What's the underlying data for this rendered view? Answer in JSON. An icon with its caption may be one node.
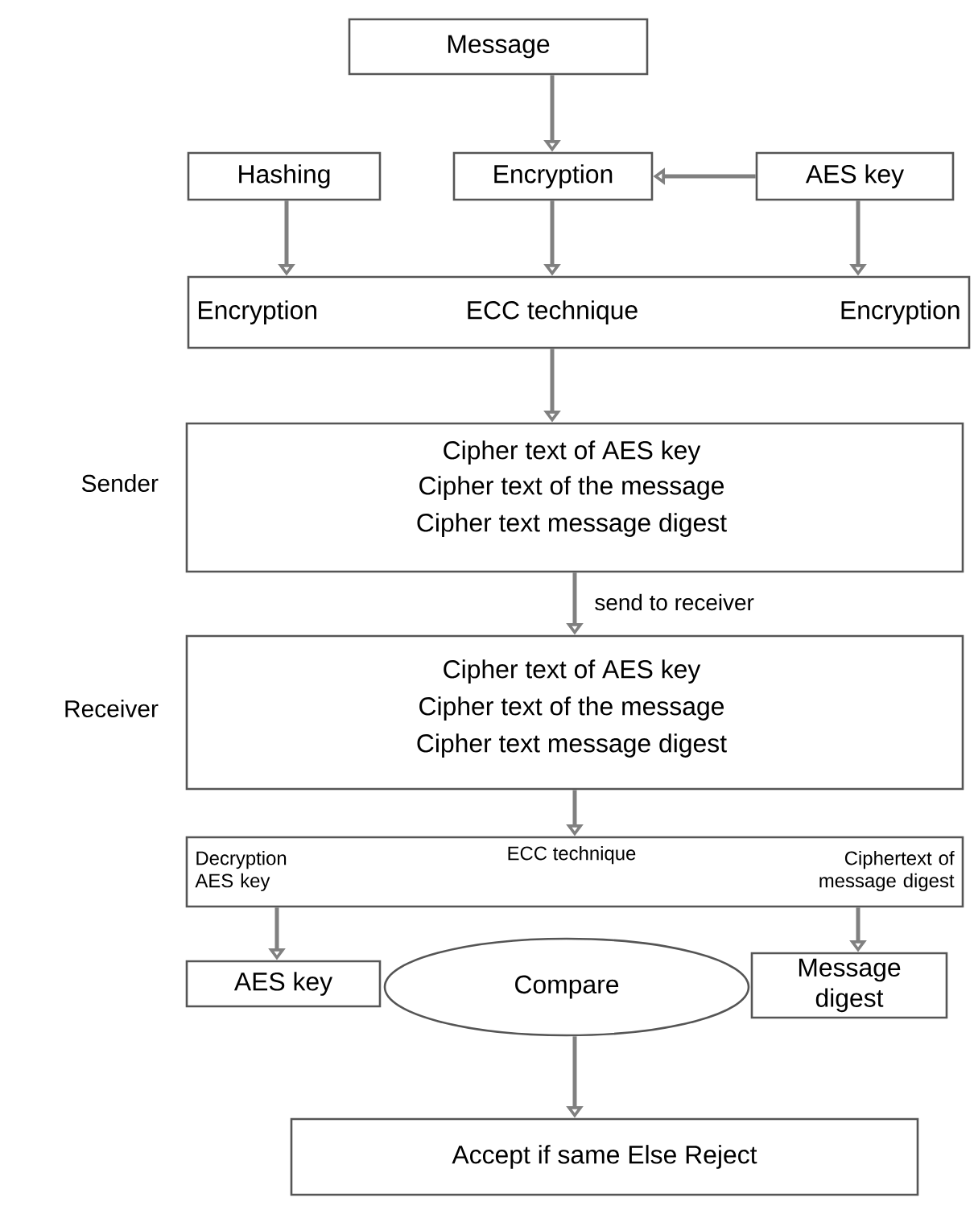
{
  "diagram": {
    "nodes": [
      {
        "text": [
          "Message"
        ]
      },
      {
        "text": [
          "Hashing"
        ]
      },
      {
        "text": [
          "Encryption"
        ]
      },
      {
        "text": [
          "AES key"
        ]
      },
      {
        "text": [
          "Encryption",
          "ECC technique",
          "Encryption"
        ]
      },
      {
        "text": [
          "Cipher text of AES key",
          "Cipher text of the message",
          "Cipher text message digest"
        ],
        "beside": [
          "Sender"
        ]
      },
      {
        "text": [
          "Cipher text of AES key",
          "Cipher text of the message",
          "Cipher text message digest"
        ],
        "beside": [
          "Receiver"
        ]
      },
      {
        "text": [
          "Decryption AES key",
          "ECC technique",
          "Ciphertext of message digest"
        ]
      },
      {
        "text": [
          "AES key"
        ]
      },
      {
        "text": [
          "Compare"
        ]
      },
      {
        "text": [
          "Message digest"
        ]
      },
      {
        "text": [
          "Accept if same Else Reject"
        ]
      }
    ],
    "edges": [
      {
        "from": 0,
        "to": 2,
        "arrow": "to"
      },
      {
        "from": 3,
        "to": 2,
        "arrow": "to"
      },
      {
        "from": 1,
        "to": 4,
        "arrow": "to"
      },
      {
        "from": 2,
        "to": 4,
        "arrow": "to"
      },
      {
        "from": 3,
        "to": 4,
        "arrow": "to"
      },
      {
        "from": 4,
        "to": 5,
        "arrow": "to"
      },
      {
        "from": 5,
        "to": 6,
        "arrow": "to",
        "label": "send to receiver"
      },
      {
        "from": 6,
        "to": 7,
        "arrow": "to"
      },
      {
        "from": 7,
        "to": 8,
        "arrow": "to"
      },
      {
        "from": 7,
        "to": 10,
        "arrow": "to"
      },
      {
        "from": 9,
        "to": 11,
        "arrow": "to"
      }
    ]
  }
}
